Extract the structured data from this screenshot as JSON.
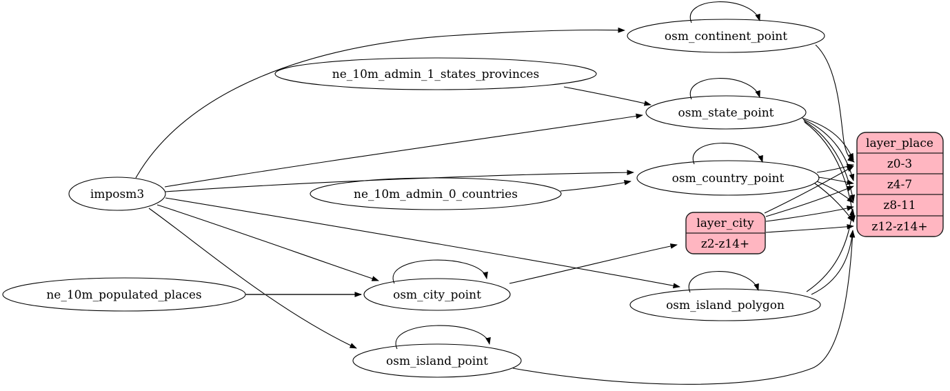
{
  "diagram": {
    "kind": "etl-graph",
    "sources": {
      "imposm3": "imposm3",
      "ne_10m_admin_1_states_provinces": "ne_10m_admin_1_states_provinces",
      "ne_10m_admin_0_countries": "ne_10m_admin_0_countries",
      "ne_10m_populated_places": "ne_10m_populated_places"
    },
    "tables": {
      "osm_continent_point": "osm_continent_point",
      "osm_state_point": "osm_state_point",
      "osm_country_point": "osm_country_point",
      "osm_city_point": "osm_city_point",
      "osm_island_polygon": "osm_island_polygon",
      "osm_island_point": "osm_island_point"
    },
    "layers": {
      "layer_city": {
        "title": "layer_city",
        "zoom_rows": [
          "z2-z14+"
        ]
      },
      "layer_place": {
        "title": "layer_place",
        "zoom_rows": [
          "z0-3",
          "z4-7",
          "z8-11",
          "z12-z14+"
        ]
      }
    },
    "colors": {
      "layer_fill": "#ffb6c1",
      "table_fill": "#ffffff",
      "edge": "#000000"
    },
    "edges": [
      {
        "from": "imposm3",
        "to": "osm_continent_point"
      },
      {
        "from": "imposm3",
        "to": "osm_state_point"
      },
      {
        "from": "imposm3",
        "to": "osm_country_point"
      },
      {
        "from": "imposm3",
        "to": "osm_city_point"
      },
      {
        "from": "imposm3",
        "to": "osm_island_polygon"
      },
      {
        "from": "imposm3",
        "to": "osm_island_point"
      },
      {
        "from": "ne_10m_admin_1_states_provinces",
        "to": "osm_state_point"
      },
      {
        "from": "ne_10m_admin_0_countries",
        "to": "osm_country_point"
      },
      {
        "from": "ne_10m_populated_places",
        "to": "osm_city_point"
      },
      {
        "from": "osm_continent_point",
        "to": "osm_continent_point"
      },
      {
        "from": "osm_state_point",
        "to": "osm_state_point"
      },
      {
        "from": "osm_country_point",
        "to": "osm_country_point"
      },
      {
        "from": "osm_city_point",
        "to": "osm_city_point"
      },
      {
        "from": "osm_island_polygon",
        "to": "osm_island_polygon"
      },
      {
        "from": "osm_island_point",
        "to": "osm_island_point"
      },
      {
        "from": "osm_city_point",
        "to": "layer_city:z2-z14+"
      },
      {
        "from": "osm_continent_point",
        "to": "layer_place:z0-3"
      },
      {
        "from": "osm_state_point",
        "to": "layer_place:z0-3"
      },
      {
        "from": "osm_state_point",
        "to": "layer_place:z4-7"
      },
      {
        "from": "osm_state_point",
        "to": "layer_place:z8-11"
      },
      {
        "from": "osm_state_point",
        "to": "layer_place:z12-z14+"
      },
      {
        "from": "osm_country_point",
        "to": "layer_place:z0-3"
      },
      {
        "from": "osm_country_point",
        "to": "layer_place:z4-7"
      },
      {
        "from": "osm_country_point",
        "to": "layer_place:z8-11"
      },
      {
        "from": "osm_country_point",
        "to": "layer_place:z12-z14+"
      },
      {
        "from": "layer_city",
        "to": "layer_place:z0-3"
      },
      {
        "from": "layer_city",
        "to": "layer_place:z4-7"
      },
      {
        "from": "layer_city",
        "to": "layer_place:z8-11"
      },
      {
        "from": "layer_city",
        "to": "layer_place:z12-z14+"
      },
      {
        "from": "osm_island_polygon",
        "to": "layer_place:z8-11"
      },
      {
        "from": "osm_island_polygon",
        "to": "layer_place:z12-z14+"
      },
      {
        "from": "osm_island_point",
        "to": "layer_place:z12-z14+"
      }
    ]
  }
}
